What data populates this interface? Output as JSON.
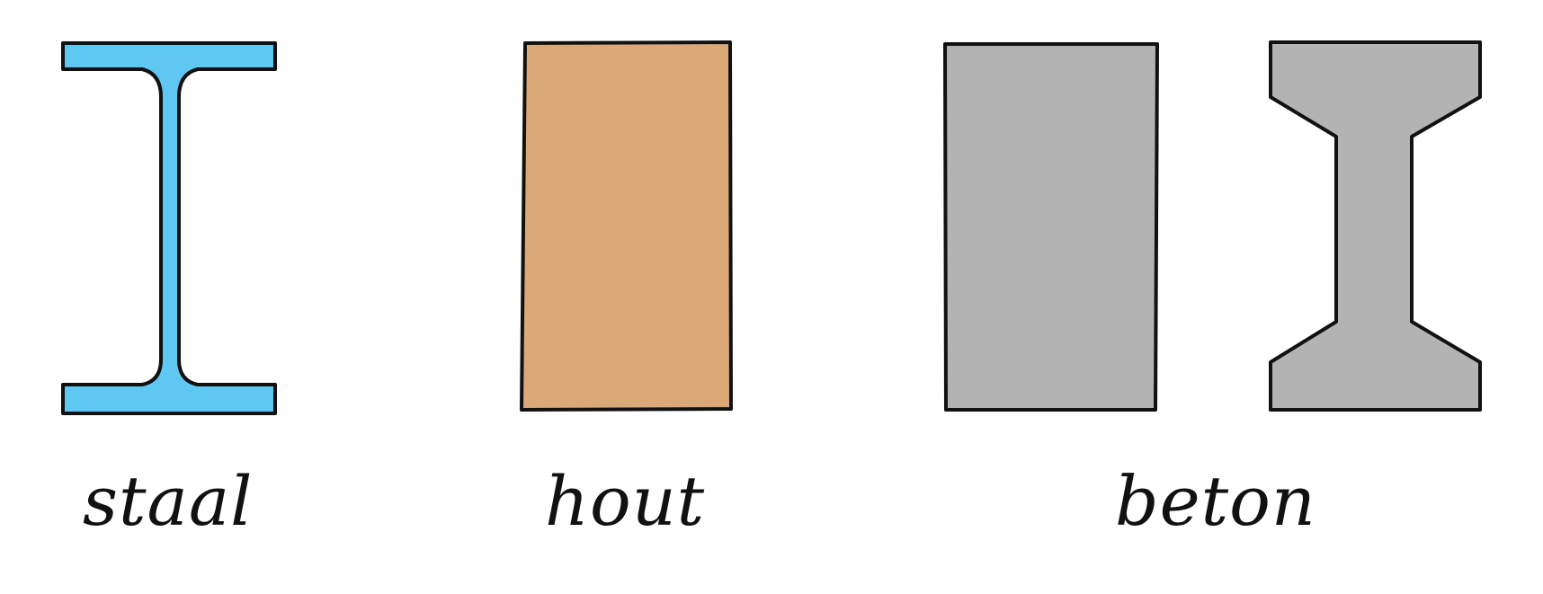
{
  "colors": {
    "steel": "#5ec8f2",
    "wood": "#dba877",
    "concrete": "#b3b3b3",
    "outline": "#111111"
  },
  "labels": {
    "steel": "staal",
    "wood": "hout",
    "concrete": "beton"
  },
  "shapes": [
    {
      "name": "steel-i-beam-section",
      "material": "steel"
    },
    {
      "name": "wood-rectangular-section",
      "material": "wood"
    },
    {
      "name": "concrete-rectangular-section",
      "material": "concrete"
    },
    {
      "name": "concrete-i-beam-section",
      "material": "concrete"
    }
  ]
}
